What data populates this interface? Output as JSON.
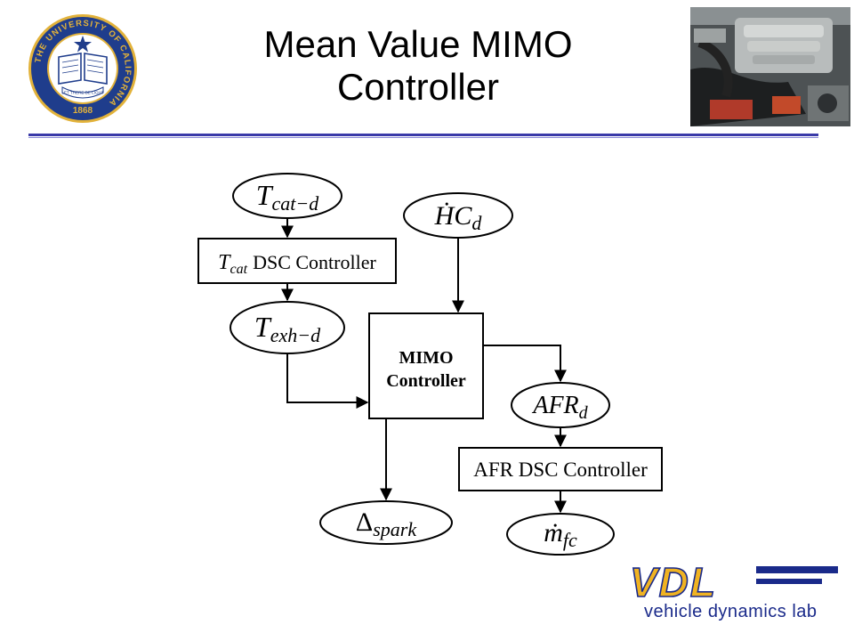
{
  "slide": {
    "title_line1": "Mean Value MIMO",
    "title_line2": "Controller"
  },
  "seal": {
    "ring_text": "THE UNIVERSITY OF CALIFORNIA",
    "motto": "LET THERE BE LIGHT",
    "year": "1868"
  },
  "diagram": {
    "nodes": {
      "tcat_d": {
        "main": "T",
        "sub": "cat−d"
      },
      "hc_d": {
        "main": "ḢC",
        "sub": "d"
      },
      "tcat_dsc": {
        "pre_main": "T",
        "pre_sub": "cat",
        "label": "DSC Controller"
      },
      "texh_d": {
        "main": "T",
        "sub": "exh−d"
      },
      "mimo": {
        "line1": "MIMO",
        "line2": "Controller"
      },
      "afr_d": {
        "main": "AFR",
        "sub": "d"
      },
      "afr_dsc": {
        "label": "AFR DSC Controller"
      },
      "dspark": {
        "main": "Δ",
        "sub": "spark"
      },
      "mfc": {
        "main": "ṁ",
        "sub": "fc"
      }
    }
  },
  "logo": {
    "name": "VDL",
    "tagline": "vehicle dynamics lab"
  },
  "colors": {
    "rule": "#3a3aa8",
    "seal_blue": "#1f3d8c",
    "seal_gold": "#e2b23a",
    "vdl_gold": "#f0b322",
    "vdl_blue": "#1a2a8a"
  }
}
